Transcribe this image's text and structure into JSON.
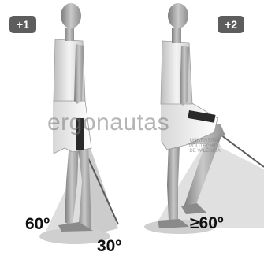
{
  "badges": {
    "left": "+1",
    "right": "+2"
  },
  "angles": {
    "left_front": "60º",
    "left_back": "30º",
    "right": "≥60º"
  },
  "watermark": {
    "brand": "ergonautas",
    "sub": "UNIVERSITAT POLITÈCNICA DE VALÈNCIA"
  },
  "icons": {
    "figure_left": "standing-figure-icon",
    "figure_right": "raised-knee-figure-icon"
  },
  "colors": {
    "badge": "#5d5d5d",
    "angle_text": "#111111",
    "zone": "#b9b9b9"
  }
}
